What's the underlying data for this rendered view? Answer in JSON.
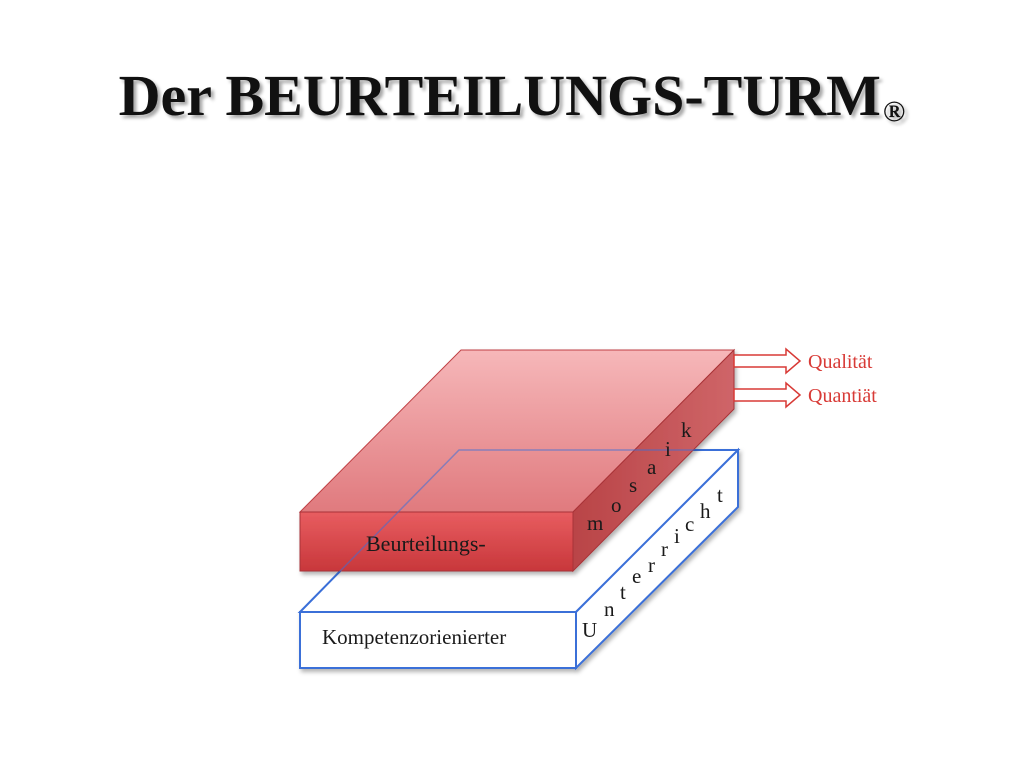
{
  "slide": {
    "title": "Der BEURTEILUNGS-TURM",
    "title_mark": "®"
  },
  "diagram": {
    "top_block": {
      "front_label": "Beurteilungs-",
      "side_letters": [
        "m",
        "o",
        "s",
        "a",
        "i",
        "k"
      ],
      "color": "#d9474b"
    },
    "bottom_block": {
      "front_label": "Kompetenzorienierter",
      "side_letters": [
        "U",
        "n",
        "t",
        "e",
        "r",
        "r",
        "i",
        "c",
        "h",
        "t"
      ],
      "border_color": "#3b6fd8"
    },
    "outputs": [
      {
        "label": "Qualität"
      },
      {
        "label": "Quantiät"
      }
    ],
    "output_color": "#d83a36"
  }
}
